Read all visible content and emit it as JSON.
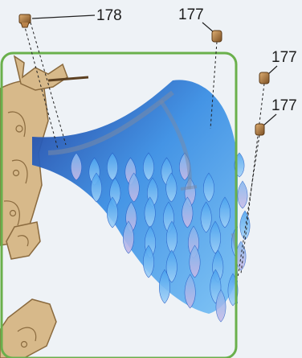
{
  "callouts": [
    {
      "id": "c1",
      "label": "178"
    },
    {
      "id": "c2",
      "label": "177"
    },
    {
      "id": "c3",
      "label": "177"
    },
    {
      "id": "c4",
      "label": "177"
    }
  ],
  "colors": {
    "background": "#eef2f6",
    "frame": "#6ab04c",
    "wood": "#d7b98a",
    "wood_dark": "#8a6a3e",
    "feather_light": "#9fd0f7",
    "feather_mid": "#3b8fe4",
    "feather_dark": "#1e3f9e",
    "feather_lilac": "#c7b8e6",
    "peg": "#b9834a"
  },
  "icons": {
    "peg": "wooden-peg-icon"
  }
}
